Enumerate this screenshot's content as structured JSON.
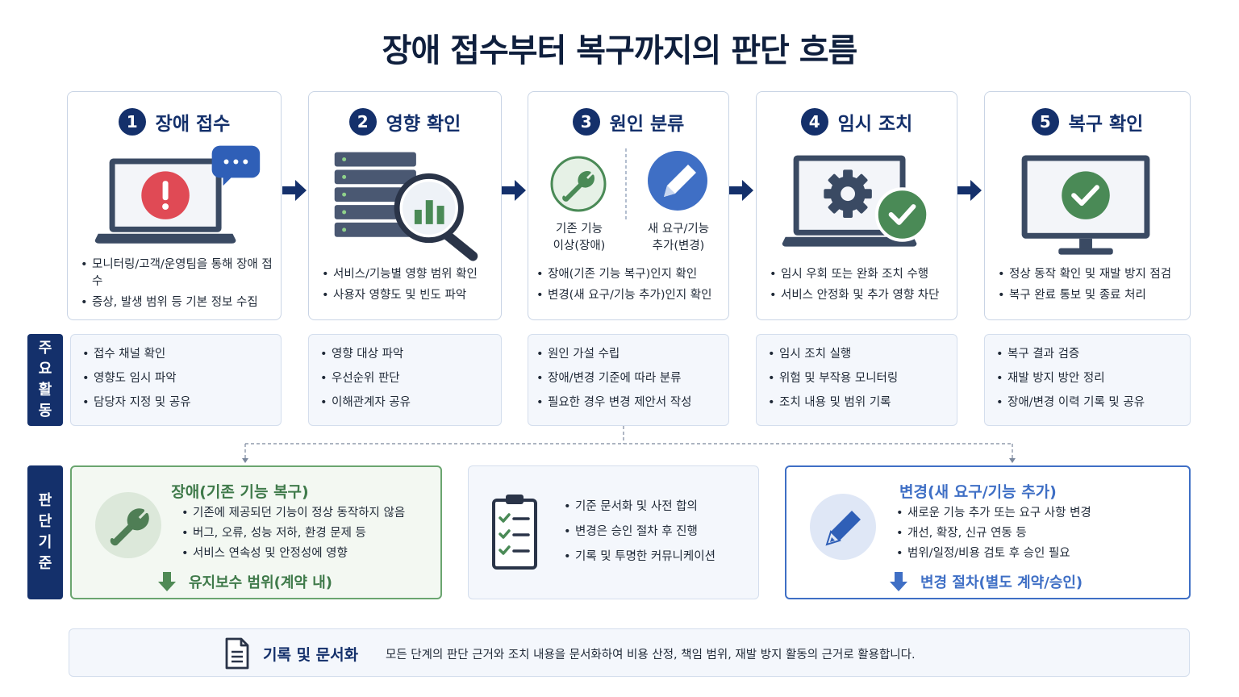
{
  "title": "장애 접수부터 복구까지의 판단 흐름",
  "steps": [
    {
      "num": "1",
      "title": "장애 접수",
      "bullets": [
        "모니터링/고객/운영팀을 통해 장애 접수",
        "증상, 발생 범위 등 기본 정보 수집"
      ]
    },
    {
      "num": "2",
      "title": "영향 확인",
      "bullets": [
        "서비스/기능별 영향 범위 확인",
        "사용자 영향도 및 빈도 파악"
      ]
    },
    {
      "num": "3",
      "title": "원인 분류",
      "left_label": "기존 기능\n이상(장애)",
      "right_label": "새 요구/기능\n추가(변경)",
      "bullets": [
        "장애(기존 기능 복구)인지 확인",
        "변경(새 요구/기능 추가)인지 확인"
      ]
    },
    {
      "num": "4",
      "title": "임시 조치",
      "bullets": [
        "임시 우회 또는 완화 조치 수행",
        "서비스 안정화 및 추가 영향 차단"
      ]
    },
    {
      "num": "5",
      "title": "복구 확인",
      "bullets": [
        "정상 동작 확인 및 재발 방지 점검",
        "복구 완료 통보 및 종료 처리"
      ]
    }
  ],
  "activities": {
    "label": [
      "주",
      "요",
      "활",
      "동"
    ],
    "columns": [
      [
        "접수 채널 확인",
        "영향도 임시 파악",
        "담당자 지정 및 공유"
      ],
      [
        "영향 대상 파악",
        "우선순위 판단",
        "이해관계자 공유"
      ],
      [
        "원인 가설 수립",
        "장애/변경 기준에 따라 분류",
        "필요한 경우 변경 제안서 작성"
      ],
      [
        "임시 조치 실행",
        "위험 및 부작용 모니터링",
        "조치 내용 및 범위 기록"
      ],
      [
        "복구 결과 검증",
        "재발 방지 방안 정리",
        "장애/변경 이력 기록 및 공유"
      ]
    ]
  },
  "criteria": {
    "label": [
      "판",
      "단",
      "기",
      "준"
    ],
    "failure": {
      "title": "장애(기존 기능 복구)",
      "bullets": [
        "기존에 제공되던 기능이 정상 동작하지 않음",
        "버그, 오류, 성능 저하, 환경 문제 등",
        "서비스 연속성 및 안정성에 영향"
      ],
      "footer": "유지보수 범위(계약 내)"
    },
    "common": {
      "bullets": [
        "기준 문서화 및 사전 합의",
        "변경은 승인 절차 후 진행",
        "기록 및 투명한 커뮤니케이션"
      ]
    },
    "change": {
      "title": "변경(새 요구/기능 추가)",
      "bullets": [
        "새로운 기능 추가 또는 요구 사항 변경",
        "개선, 확장, 신규 연동 등",
        "범위/일정/비용 검토 후 승인 필요"
      ],
      "footer": "변경 절차(별도 계약/승인)"
    }
  },
  "documentation": {
    "title": "기록 및 문서화",
    "text": "모든 단계의 판단 근거와 조치 내용을 문서화하여 비용 산정, 책임 범위, 재발 방지 활동의 근거로 활용합니다."
  },
  "colors": {
    "navy": "#14306b",
    "green": "#4a8a56",
    "blue": "#3f6fc5",
    "red": "#e04a55"
  }
}
